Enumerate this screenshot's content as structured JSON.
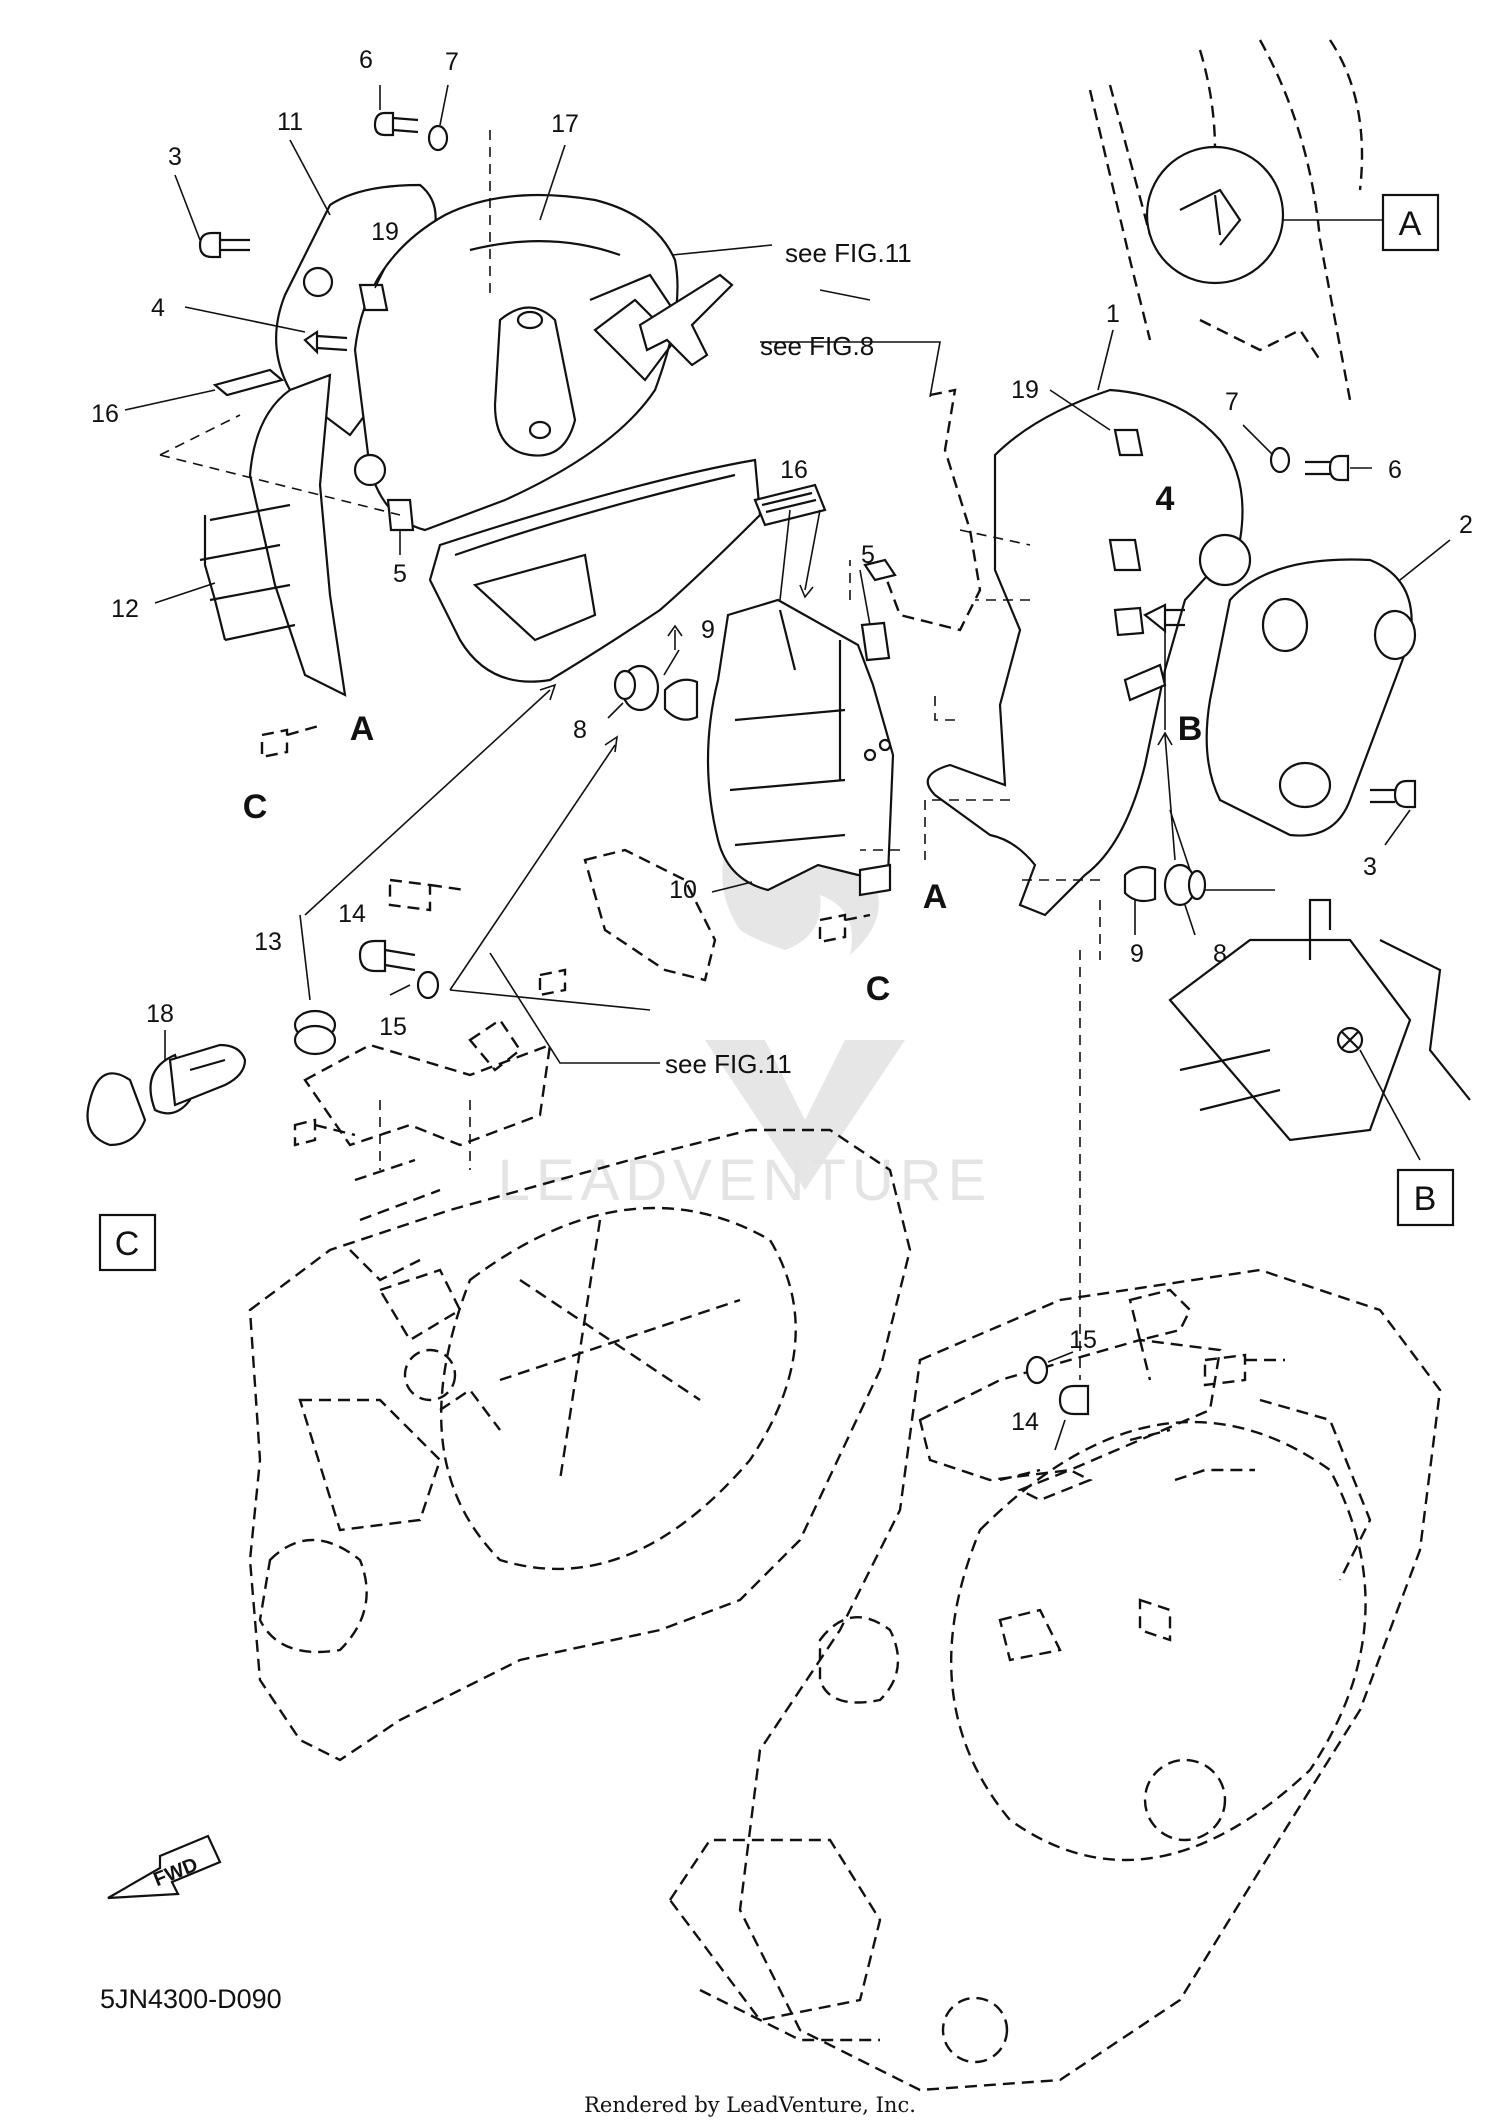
{
  "callouts": {
    "n1": "1",
    "n2": "2",
    "n3a": "3",
    "n3b": "3",
    "n4a": "4",
    "n4b": "4",
    "n5a": "5",
    "n5b": "5",
    "n6a": "6",
    "n6b": "6",
    "n7a": "7",
    "n7b": "7",
    "n8a": "8",
    "n8b": "8",
    "n9a": "9",
    "n9b": "9",
    "n10": "10",
    "n11": "11",
    "n12": "12",
    "n13": "13",
    "n14a": "14",
    "n14b": "14",
    "n15a": "15",
    "n15b": "15",
    "n16a": "16",
    "n16b": "16",
    "n17": "17",
    "n18": "18",
    "n19a": "19",
    "n19b": "19"
  },
  "references": {
    "fig11_top": "see FIG.11",
    "fig8": "see FIG.8",
    "fig11_bottom": "see FIG.11"
  },
  "markers": {
    "a1": "A",
    "a2": "A",
    "b1": "B",
    "c1": "C",
    "c2": "C",
    "box_a": "A",
    "box_b": "B",
    "box_c": "C"
  },
  "fwd_label": "FWD",
  "diagram_code": "5JN4300-D090",
  "rendered_by": "Rendered by LeadVenture, Inc.",
  "watermark": "LEADVENTURE"
}
